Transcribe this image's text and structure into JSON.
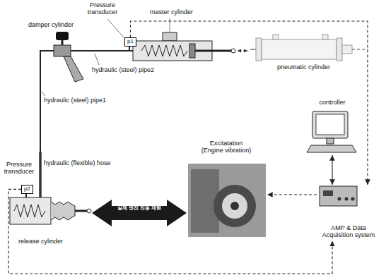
{
  "diagram": {
    "nodes": [
      {
        "text": [
          "p1"
        ]
      },
      {
        "text": [
          "controller"
        ]
      },
      {
        "text": [
          "Excitatation (Engine vibration)"
        ]
      },
      {
        "text": [
          "p2"
        ]
      },
      {
        "text": [
          "AMP & Data Acquisition system"
        ]
      }
    ],
    "edges": [
      {
        "from": 0,
        "to": 4,
        "arrow": "to"
      },
      {
        "from": 1,
        "to": 4,
        "arrow": "both"
      },
      {
        "from": 4,
        "to": 2,
        "arrow": "to"
      },
      {
        "from": 3,
        "to": 4,
        "arrow": "to"
      }
    ],
    "labels": [
      "Pressure transducer",
      "damper cylinder",
      "master cylinder",
      "hydraulic (steel) pipe2",
      "pneumatic cylinder",
      "hydraulic (steel) pipe1",
      "Pressure transducer",
      "hydraulic (flexible) hose",
      "실제 엔진 진동 재현",
      "release cylinder"
    ]
  }
}
